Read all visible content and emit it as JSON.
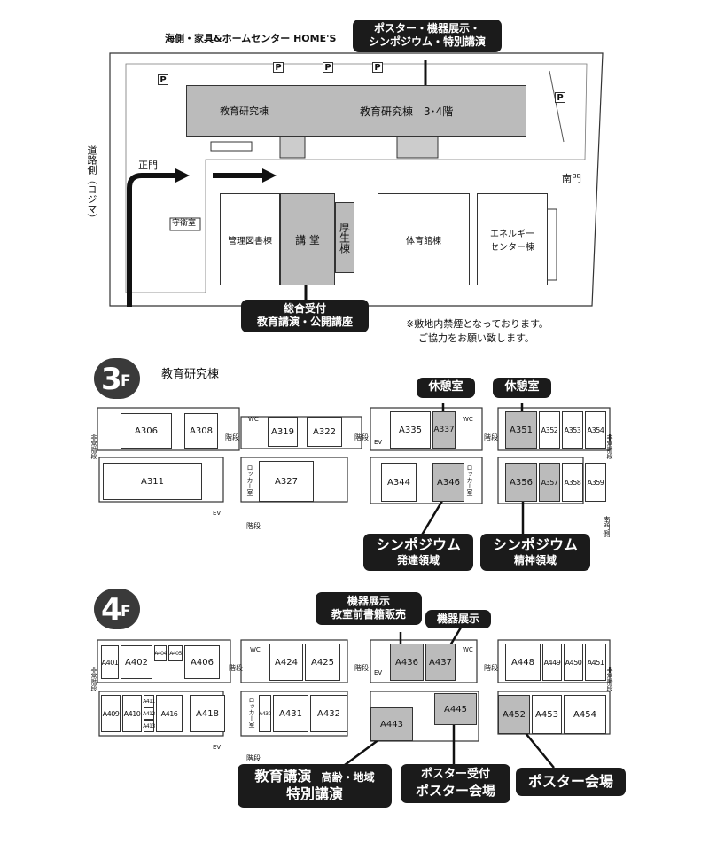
{
  "campus": {
    "top_neighbor": "海側・家具&ホームセンター HOME'S",
    "road_side": "道路側（コジマ）",
    "main_gate": "正門",
    "south_gate": "南門",
    "guard_room": "守衛室",
    "parking_symbol": "P",
    "buildings": {
      "research_building": "教育研究棟",
      "research_building_floors": "教育研究棟　3･4階",
      "library": "管理図書棟",
      "auditorium": "講 堂",
      "welfare": "厚生棟",
      "gym": "体育館棟",
      "energy_line1": "エネルギー",
      "energy_line2": "センター棟"
    },
    "no_smoking_line1": "※敷地内禁煙となっております。",
    "no_smoking_line2": "ご協力をお願い致します。",
    "callouts": {
      "poster_line1": "ポスター・機器展示・",
      "poster_line2": "シンポジウム・特別講演",
      "reception_line1": "総合受付",
      "reception_line2": "教育講演・公開講座"
    }
  },
  "floor3": {
    "badge_num": "3",
    "badge_f": "F",
    "building": "教育研究棟",
    "stairs": "階段",
    "wc": "WC",
    "ev": "EV",
    "locker": "ロッカー室",
    "emergency_stairs": "非常階段",
    "south_gate_side": "南門側",
    "rooms": {
      "A306": "A306",
      "A308": "A308",
      "A311": "A311",
      "A319": "A319",
      "A322": "A322",
      "A327": "A327",
      "A335": "A335",
      "A337": "A337",
      "A344": "A344",
      "A346": "A346",
      "A351": "A351",
      "A352": "A352",
      "A353": "A353",
      "A354": "A354",
      "A356": "A356",
      "A357": "A357",
      "A358": "A358",
      "A359": "A359"
    },
    "callouts": {
      "rest1": "休憩室",
      "rest2": "休憩室",
      "symp_dev_1": "シンポジウム",
      "symp_dev_2": "発達領域",
      "symp_men_1": "シンポジウム",
      "symp_men_2": "精神領域"
    }
  },
  "floor4": {
    "badge_num": "4",
    "badge_f": "F",
    "stairs": "階段",
    "wc": "WC",
    "ev": "EV",
    "locker": "ロッカー室",
    "emergency_stairs": "非常階段",
    "rooms": {
      "A401": "A401",
      "A402": "A402",
      "A404": "A404",
      "A405": "A405",
      "A406": "A406",
      "A409": "A409",
      "A410": "A410",
      "A411": "A411",
      "A412": "A412",
      "A413": "A413",
      "A416": "A416",
      "A418": "A418",
      "A424": "A424",
      "A425": "A425",
      "A430": "A430",
      "A431": "A431",
      "A432": "A432",
      "A436": "A436",
      "A437": "A437",
      "A443": "A443",
      "A445": "A445",
      "A448": "A448",
      "A449": "A449",
      "A450": "A450",
      "A451": "A451",
      "A452": "A452",
      "A453": "A453",
      "A454": "A454"
    },
    "callouts": {
      "equip_books_1": "機器展示",
      "equip_books_2": "教室前書籍販売",
      "equip": "機器展示",
      "edu_lecture_1": "教育講演",
      "edu_lecture_1b": "高齢・地域",
      "edu_lecture_2": "特別講演",
      "poster_rec_1": "ポスター受付",
      "poster_rec_2": "ポスター会場",
      "poster_venue": "ポスター会場"
    }
  }
}
